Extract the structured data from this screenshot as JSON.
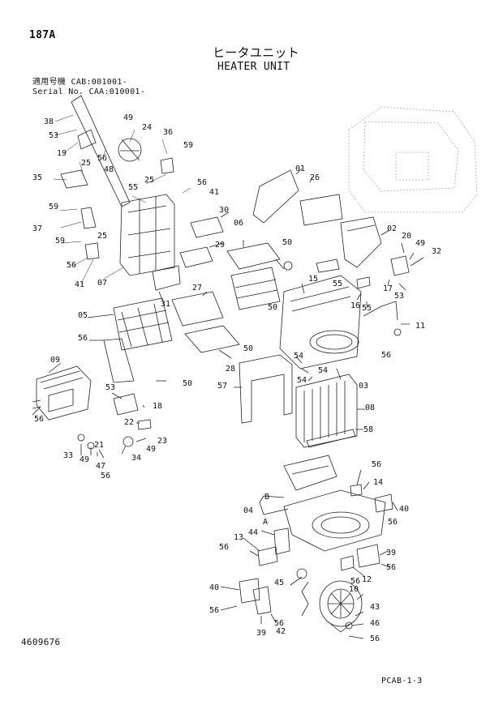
{
  "header": {
    "page_code": "187A",
    "title_jp": "ヒータユニット",
    "title_en": "HEATER UNIT",
    "serial_line1": "適用号機  CAB:001001-",
    "serial_line2": "Serial No. CAA:010001-"
  },
  "footer": {
    "drawing_number": "4609676",
    "section_code": "PCAB-1-3"
  },
  "callouts": [
    {
      "id": "c38",
      "label": "38"
    },
    {
      "id": "c53a",
      "label": "53"
    },
    {
      "id": "c19",
      "label": "19"
    },
    {
      "id": "c49a",
      "label": "49"
    },
    {
      "id": "c24",
      "label": "24"
    },
    {
      "id": "c56a",
      "label": "56"
    },
    {
      "id": "c48",
      "label": "48"
    },
    {
      "id": "c36",
      "label": "36"
    },
    {
      "id": "c59a",
      "label": "59"
    },
    {
      "id": "c35",
      "label": "35"
    },
    {
      "id": "c25a",
      "label": "25"
    },
    {
      "id": "c59b",
      "label": "59"
    },
    {
      "id": "c25b",
      "label": "25"
    },
    {
      "id": "c55a",
      "label": "55"
    },
    {
      "id": "c56b",
      "label": "56"
    },
    {
      "id": "c41a",
      "label": "41"
    },
    {
      "id": "c37",
      "label": "37"
    },
    {
      "id": "c59c",
      "label": "59"
    },
    {
      "id": "c25c",
      "label": "25"
    },
    {
      "id": "c56c",
      "label": "56"
    },
    {
      "id": "c41b",
      "label": "41"
    },
    {
      "id": "c07",
      "label": "07"
    },
    {
      "id": "c30",
      "label": "30"
    },
    {
      "id": "c29",
      "label": "29"
    },
    {
      "id": "c31",
      "label": "31"
    },
    {
      "id": "c27",
      "label": "27"
    },
    {
      "id": "c05",
      "label": "05"
    },
    {
      "id": "c56d",
      "label": "56"
    },
    {
      "id": "c09",
      "label": "09"
    },
    {
      "id": "c28",
      "label": "28"
    },
    {
      "id": "c50a",
      "label": "50"
    },
    {
      "id": "c56e",
      "label": "56"
    },
    {
      "id": "c53b",
      "label": "53"
    },
    {
      "id": "c18",
      "label": "18"
    },
    {
      "id": "c22",
      "label": "22"
    },
    {
      "id": "c23",
      "label": "23"
    },
    {
      "id": "c49b",
      "label": "49"
    },
    {
      "id": "c33",
      "label": "33"
    },
    {
      "id": "c49c",
      "label": "49"
    },
    {
      "id": "c21",
      "label": "21"
    },
    {
      "id": "c47",
      "label": "47"
    },
    {
      "id": "c34",
      "label": "34"
    },
    {
      "id": "c56f",
      "label": "56"
    },
    {
      "id": "c01",
      "label": "01"
    },
    {
      "id": "c26",
      "label": "26"
    },
    {
      "id": "c06",
      "label": "06"
    },
    {
      "id": "c50b",
      "label": "50"
    },
    {
      "id": "c15",
      "label": "15"
    },
    {
      "id": "c50c",
      "label": "50"
    },
    {
      "id": "c50d",
      "label": "50"
    },
    {
      "id": "c02",
      "label": "02"
    },
    {
      "id": "c20",
      "label": "20"
    },
    {
      "id": "c49d",
      "label": "49"
    },
    {
      "id": "c32",
      "label": "32"
    },
    {
      "id": "c55b",
      "label": "55"
    },
    {
      "id": "c17",
      "label": "17"
    },
    {
      "id": "c53c",
      "label": "53"
    },
    {
      "id": "c16",
      "label": "16"
    },
    {
      "id": "c55c",
      "label": "55"
    },
    {
      "id": "c11",
      "label": "11"
    },
    {
      "id": "c56g",
      "label": "56"
    },
    {
      "id": "c54a",
      "label": "54"
    },
    {
      "id": "c54b",
      "label": "54"
    },
    {
      "id": "c54c",
      "label": "54"
    },
    {
      "id": "c03",
      "label": "03"
    },
    {
      "id": "c57",
      "label": "57"
    },
    {
      "id": "c08",
      "label": "08"
    },
    {
      "id": "c58",
      "label": "58"
    },
    {
      "id": "c56h",
      "label": "56"
    },
    {
      "id": "c14",
      "label": "14"
    },
    {
      "id": "cB",
      "label": "B"
    },
    {
      "id": "c04",
      "label": "04"
    },
    {
      "id": "cA",
      "label": "A"
    },
    {
      "id": "c40a",
      "label": "40"
    },
    {
      "id": "c56i",
      "label": "56"
    },
    {
      "id": "c44",
      "label": "44"
    },
    {
      "id": "c13",
      "label": "13"
    },
    {
      "id": "c56j",
      "label": "56"
    },
    {
      "id": "c39a",
      "label": "39"
    },
    {
      "id": "c56k",
      "label": "56"
    },
    {
      "id": "c56l",
      "label": "56"
    },
    {
      "id": "c12",
      "label": "12"
    },
    {
      "id": "c45",
      "label": "45"
    },
    {
      "id": "c40b",
      "label": "40"
    },
    {
      "id": "c10",
      "label": "10"
    },
    {
      "id": "c56m",
      "label": "56"
    },
    {
      "id": "c43",
      "label": "43"
    },
    {
      "id": "c46",
      "label": "46"
    },
    {
      "id": "c42",
      "label": "42"
    },
    {
      "id": "c39b",
      "label": "39"
    },
    {
      "id": "c56n",
      "label": "56"
    },
    {
      "id": "c56o",
      "label": "56"
    }
  ]
}
